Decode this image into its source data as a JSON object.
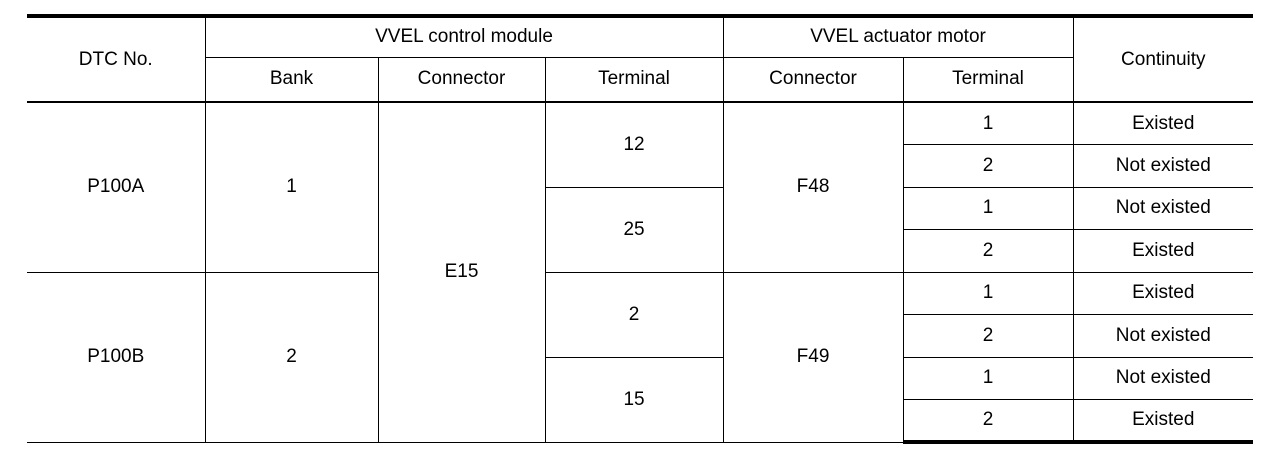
{
  "table": {
    "headers": {
      "dtc_no": "DTC No.",
      "control_module_group": "VVEL control module",
      "actuator_motor_group": "VVEL actuator motor",
      "continuity": "Continuity",
      "bank": "Bank",
      "module_connector": "Connector",
      "module_terminal": "Terminal",
      "actuator_connector": "Connector",
      "actuator_terminal": "Terminal"
    },
    "blocks": [
      {
        "dtc_no": "P100A",
        "bank": "1",
        "module_connector": "E15",
        "actuator_connector": "F48",
        "rows": [
          {
            "module_terminal": "12",
            "actuator_terminal": "1",
            "continuity": "Existed"
          },
          {
            "module_terminal": "",
            "actuator_terminal": "2",
            "continuity": "Not existed"
          },
          {
            "module_terminal": "25",
            "actuator_terminal": "1",
            "continuity": "Not existed"
          },
          {
            "module_terminal": "",
            "actuator_terminal": "2",
            "continuity": "Existed"
          }
        ],
        "module_terminals": [
          "12",
          "25"
        ]
      },
      {
        "dtc_no": "P100B",
        "bank": "2",
        "module_connector": "E15",
        "actuator_connector": "F49",
        "rows": [
          {
            "module_terminal": "2",
            "actuator_terminal": "1",
            "continuity": "Existed"
          },
          {
            "module_terminal": "",
            "actuator_terminal": "2",
            "continuity": "Not existed"
          },
          {
            "module_terminal": "15",
            "actuator_terminal": "1",
            "continuity": "Not existed"
          },
          {
            "module_terminal": "",
            "actuator_terminal": "2",
            "continuity": "Existed"
          }
        ],
        "module_terminals": [
          "2",
          "15"
        ]
      }
    ]
  }
}
